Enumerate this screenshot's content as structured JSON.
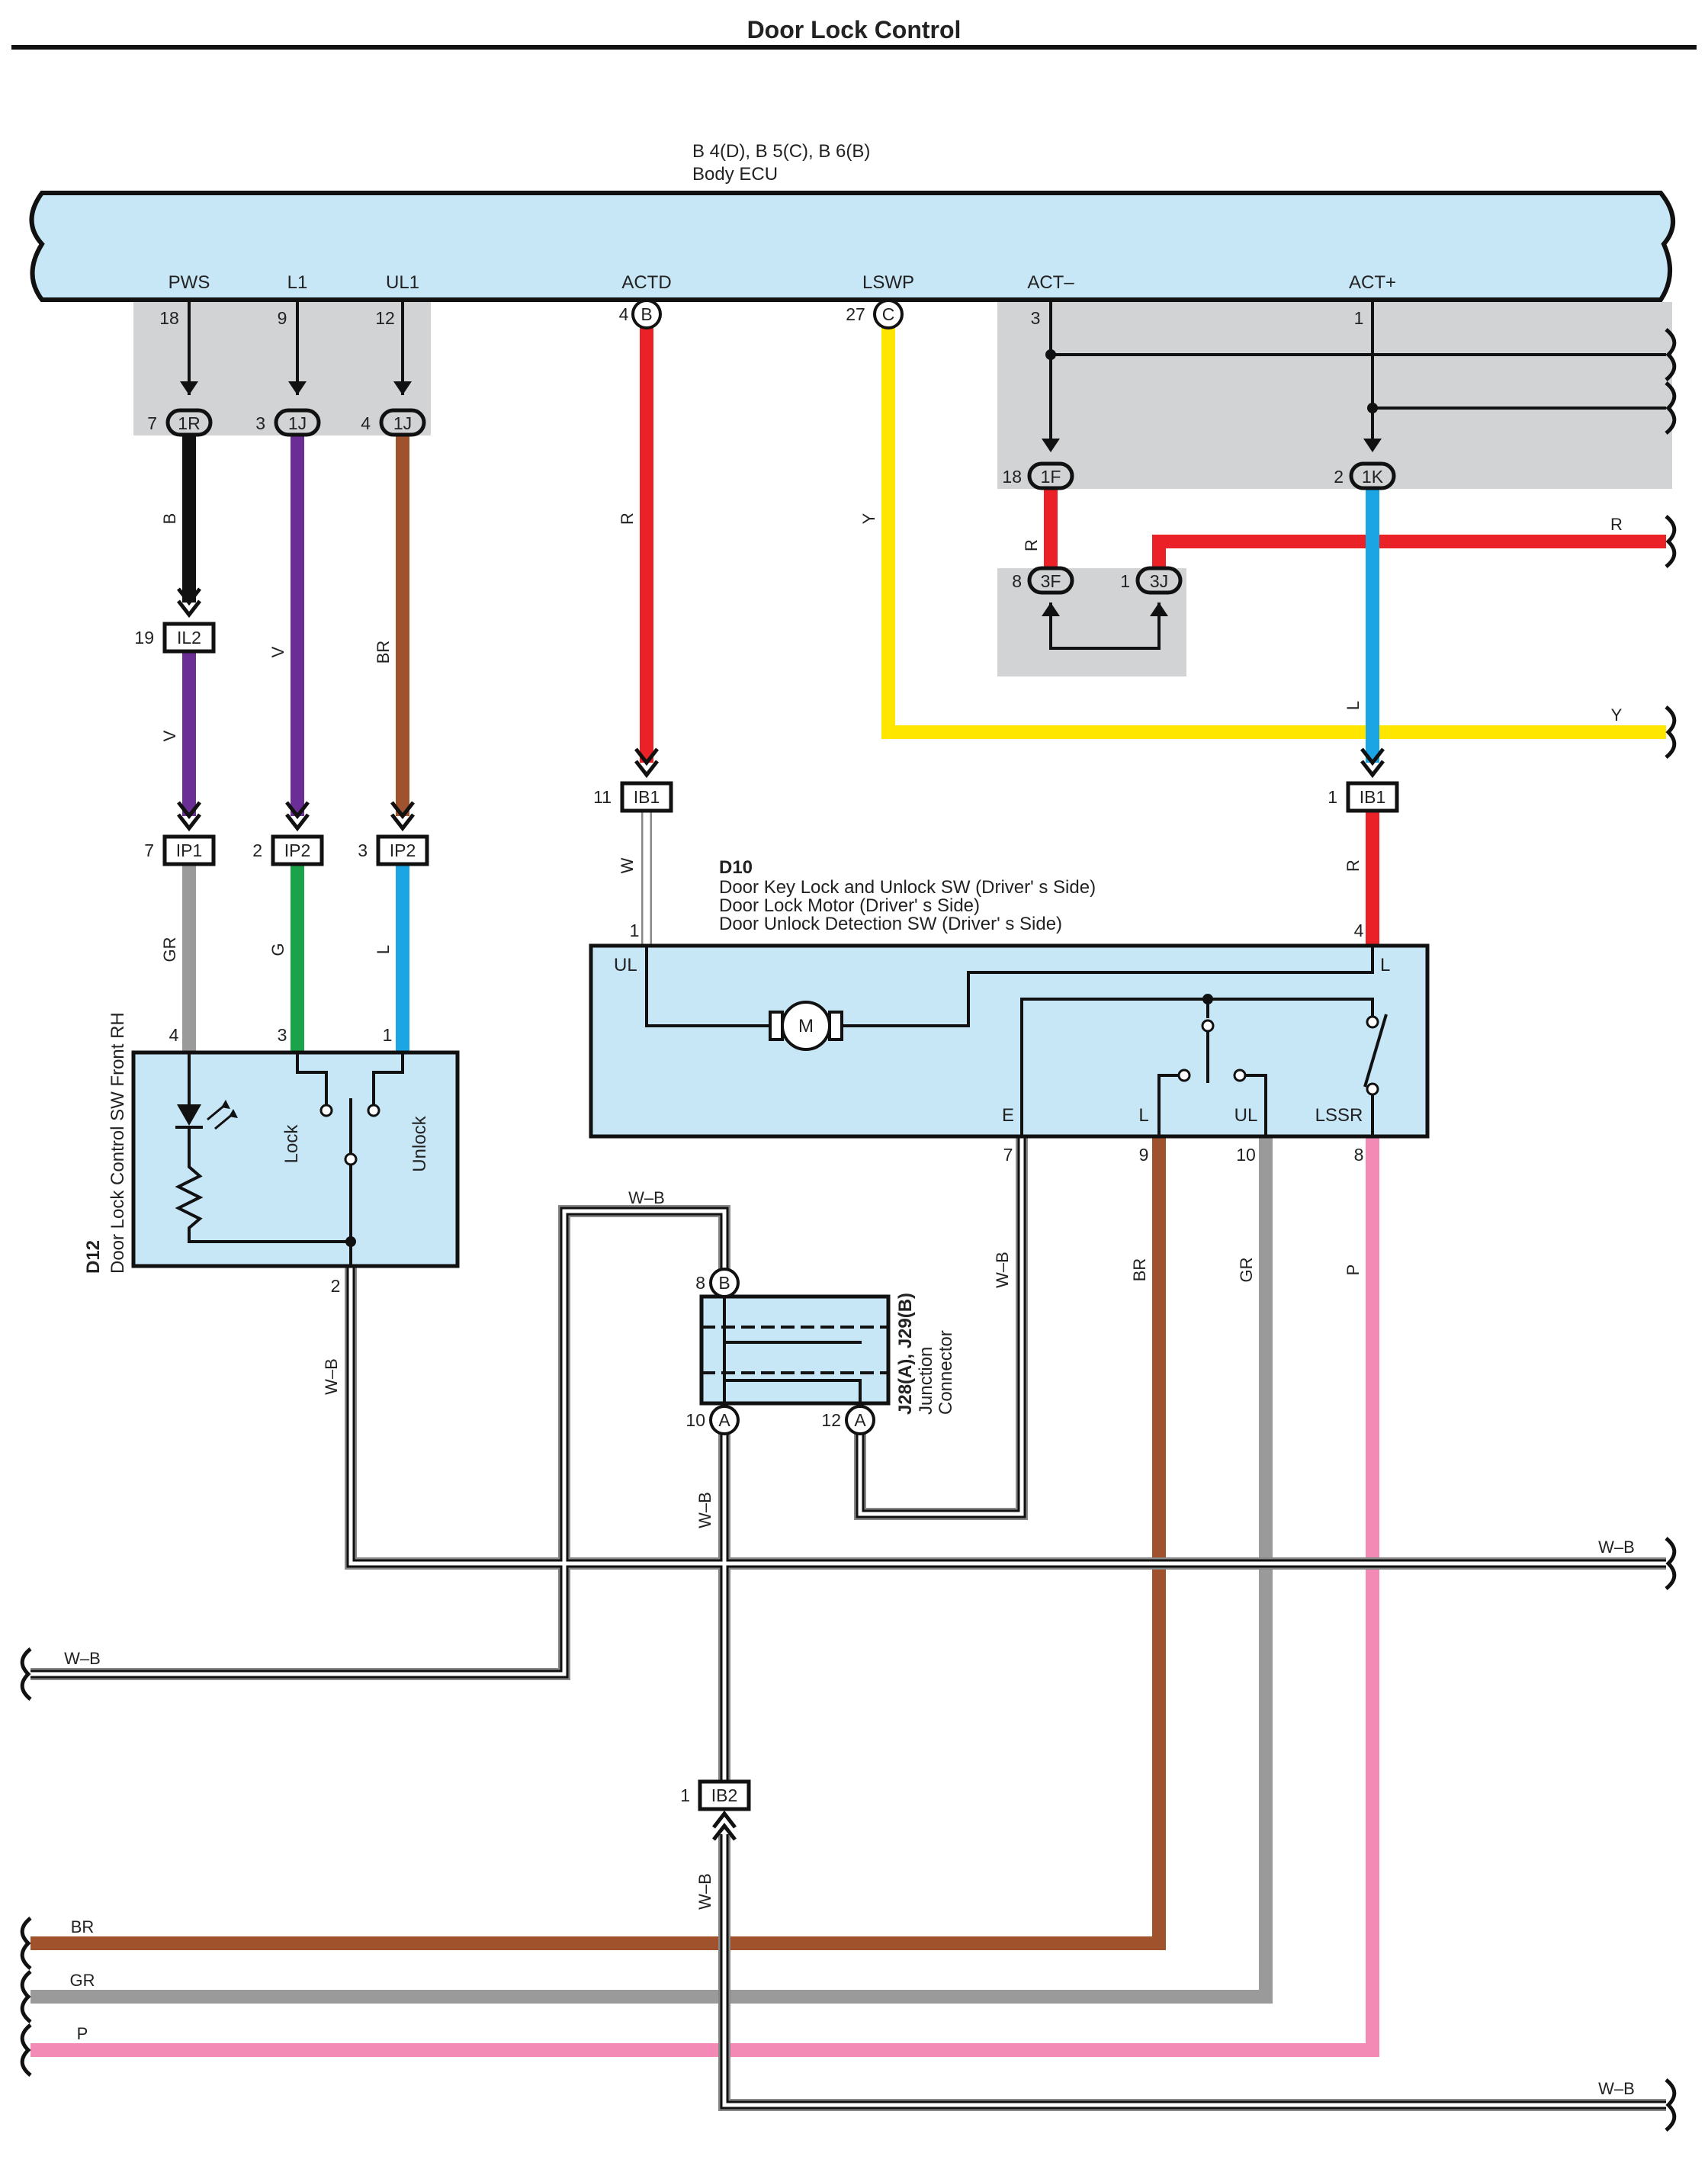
{
  "title": "Door Lock Control",
  "body_ecu": {
    "connector": "B 4(D), B 5(C), B 6(B)",
    "name": "Body ECU",
    "terminals": [
      {
        "name": "PWS",
        "pin": "18"
      },
      {
        "name": "L1",
        "pin": "9"
      },
      {
        "name": "UL1",
        "pin": "12"
      },
      {
        "name": "ACTD",
        "pin": "4",
        "conn": "B"
      },
      {
        "name": "LSWP",
        "pin": "27",
        "conn": "C"
      },
      {
        "name": "ACT–",
        "pin": "3"
      },
      {
        "name": "ACT+",
        "pin": "1"
      }
    ]
  },
  "junction_blocks": [
    {
      "id": "1R",
      "pin": "7"
    },
    {
      "id": "1J",
      "pin": "3"
    },
    {
      "id": "1J",
      "pin": "4"
    },
    {
      "id": "1F",
      "pin": "18"
    },
    {
      "id": "1K",
      "pin": "2"
    },
    {
      "id": "3F",
      "pin": "8"
    },
    {
      "id": "3J",
      "pin": "1"
    }
  ],
  "connectors": [
    {
      "id": "IL2",
      "pin": "19"
    },
    {
      "id": "IP1",
      "pin": "7"
    },
    {
      "id": "IP2",
      "pin": "2"
    },
    {
      "id": "IP2",
      "pin": "3"
    },
    {
      "id": "IB1",
      "pin": "11"
    },
    {
      "id": "IB1",
      "pin": "1"
    },
    {
      "id": "IB2",
      "pin": "1"
    }
  ],
  "wire_colors": {
    "B": "#111111",
    "V": "#6a2e96",
    "BR": "#a0522d",
    "GR": "#9a9a9a",
    "G": "#1aa34a",
    "L": "#1ba5e5",
    "R": "#ea2127",
    "Y": "#ffe600",
    "P": "#f28ab5",
    "W": "#ffffff"
  },
  "wire_labels": {
    "b": "B",
    "v": "V",
    "br": "BR",
    "gr": "GR",
    "g": "G",
    "l": "L",
    "r": "R",
    "y": "Y",
    "p": "P",
    "w": "W",
    "wb": "W–B"
  },
  "d10": {
    "code": "D10",
    "lines": [
      "Door Key Lock and Unlock SW (Driver' s Side)",
      "Door Lock Motor (Driver' s Side)",
      "Door Unlock Detection SW (Driver' s Side)"
    ],
    "terminals": [
      {
        "name": "UL",
        "pin": "1"
      },
      {
        "name": "L",
        "pin": "4"
      },
      {
        "name": "E",
        "pin": "7"
      },
      {
        "name": "L",
        "pin": "9"
      },
      {
        "name": "UL",
        "pin": "10"
      },
      {
        "name": "LSSR",
        "pin": "8"
      }
    ],
    "motor": "M"
  },
  "d12": {
    "code": "D12",
    "name": "Door Lock Control SW Front RH",
    "pins": [
      "4",
      "3",
      "1",
      "2"
    ],
    "lock": "Lock",
    "unlock": "Unlock"
  },
  "junction_connector": {
    "code": "J28(A), J29(B)",
    "name1": "Junction",
    "name2": "Connector",
    "pins": [
      {
        "pin": "8",
        "conn": "B"
      },
      {
        "pin": "10",
        "conn": "A"
      },
      {
        "pin": "12",
        "conn": "A"
      }
    ]
  }
}
